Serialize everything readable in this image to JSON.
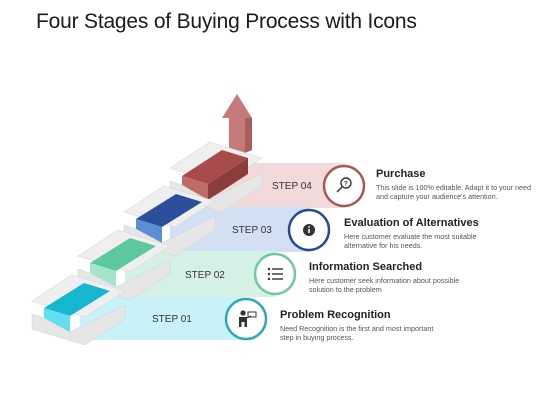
{
  "title": "Four Stages of Buying Process with Icons",
  "stages": [
    {
      "step": "STEP 01",
      "heading": "Problem Recognition",
      "text": "Need Recognition is the first and most important step in buying process.",
      "icon": "person-presenting-icon",
      "color": "#16b6cf",
      "band": "#c8f2f8",
      "ring": "#2aaab8"
    },
    {
      "step": "STEP 02",
      "heading": "Information Searched",
      "text": "Here customer seek information about possible solution to the problem",
      "icon": "list-icon",
      "color": "#5cc89e",
      "band": "#d5f0e5",
      "ring": "#6cc9a6"
    },
    {
      "step": "STEP 03",
      "heading": "Evaluation of Alternatives",
      "text": "Here customer evaluate the most suitable alternative for his needs.",
      "icon": "info-icon",
      "color": "#2b4f9a",
      "band": "#d3e0f4",
      "ring": "#254a96"
    },
    {
      "step": "STEP 04",
      "heading": "Purchase",
      "text": "This slide is 100% editable. Adapt it to your need and capture your audience's attention.",
      "icon": "magnifier-question-icon",
      "color": "#a84b4b",
      "band": "#f3dada",
      "ring": "#a85a50"
    }
  ],
  "arrow_color": "#c47a78"
}
